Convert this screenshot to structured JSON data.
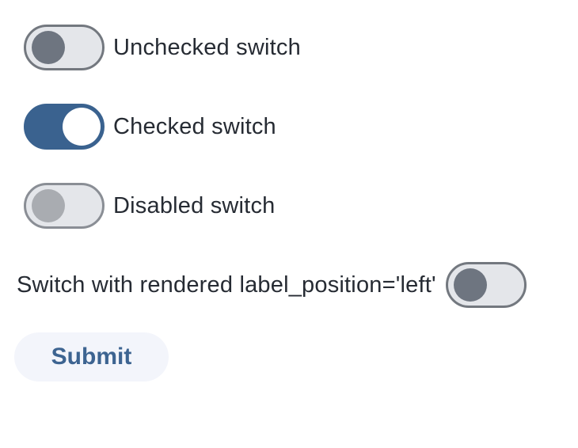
{
  "colors": {
    "accent_blue": "#3a628f",
    "track_off_fill": "#e4e6ea",
    "track_border": "#73787f",
    "knob_off": "#6e7580",
    "knob_disabled": "#a9acb1",
    "disabled_border": "#8a8e95",
    "label_text": "#262b33",
    "button_bg": "#f3f5fb",
    "button_text": "#3d6491"
  },
  "switches": [
    {
      "label": "Unchecked switch",
      "state": "unchecked",
      "label_position": "right"
    },
    {
      "label": "Checked switch",
      "state": "checked",
      "label_position": "right"
    },
    {
      "label": "Disabled switch",
      "state": "disabled",
      "label_position": "right"
    },
    {
      "label": "Switch with rendered label_position='left'",
      "state": "unchecked",
      "label_position": "left"
    }
  ],
  "submit_button": {
    "label": "Submit"
  }
}
